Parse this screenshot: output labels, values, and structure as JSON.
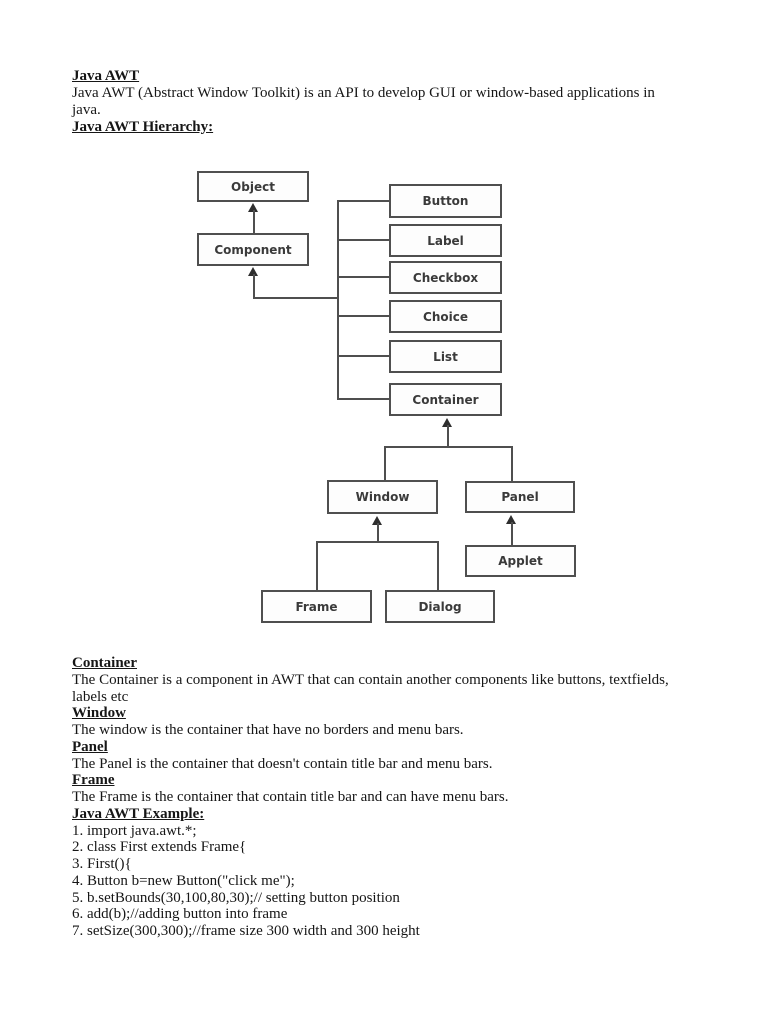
{
  "article": {
    "heading1": "Java AWT",
    "intro": "Java AWT (Abstract Window Toolkit) is an API to develop GUI or window-based applications in java.",
    "heading2": "Java AWT Hierarchy:"
  },
  "diagram": {
    "boxes": [
      {
        "id": "object",
        "label": "Object"
      },
      {
        "id": "component",
        "label": "Component"
      },
      {
        "id": "button",
        "label": "Button"
      },
      {
        "id": "label",
        "label": "Label"
      },
      {
        "id": "checkbox",
        "label": "Checkbox"
      },
      {
        "id": "choice",
        "label": "Choice"
      },
      {
        "id": "list",
        "label": "List"
      },
      {
        "id": "container",
        "label": "Container"
      },
      {
        "id": "window",
        "label": "Window"
      },
      {
        "id": "panel",
        "label": "Panel"
      },
      {
        "id": "applet",
        "label": "Applet"
      },
      {
        "id": "frame",
        "label": "Frame"
      },
      {
        "id": "dialog",
        "label": "Dialog"
      }
    ],
    "colors": {
      "box_border": "#4f4f4f",
      "connector": "#4f4f4f",
      "box_text": "#3a3a3a"
    }
  },
  "sections": [
    {
      "heading": "Container",
      "body": "The Container is a component in AWT that can contain another components like buttons, textfields, labels etc"
    },
    {
      "heading": "Window",
      "body": "The window is the container that have no borders and menu bars."
    },
    {
      "heading": "Panel",
      "body": "The Panel is the container that doesn't contain title bar and menu bars."
    },
    {
      "heading": "Frame",
      "body": "The Frame is the container that contain title bar and can have menu bars."
    }
  ],
  "example": {
    "heading": "Java AWT Example:",
    "lines": [
      "1. import java.awt.*;",
      "2. class First extends Frame{",
      "3. First(){",
      "4. Button b=new Button(\"click me\");",
      "5. b.setBounds(30,100,80,30);// setting button position",
      "6. add(b);//adding button into frame",
      "7. setSize(300,300);//frame size 300 width and 300 height"
    ]
  }
}
